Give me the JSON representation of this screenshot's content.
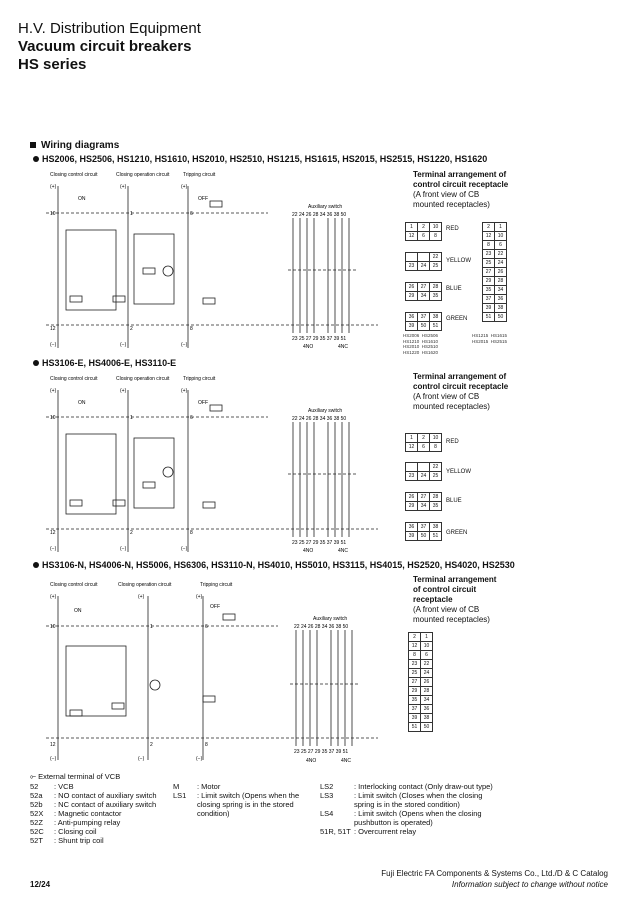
{
  "header": {
    "line1": "H.V. Distribution Equipment",
    "line2": "Vacuum circuit breakers",
    "line3": "HS series"
  },
  "wiring_title": "Wiring diagrams",
  "sections": [
    {
      "title": "HS2006, HS2506, HS1210, HS1610, HS2010, HS2510, HS1215, HS1615, HS2015, HS2515, HS1220, HS1620",
      "closing_control": "Closing control circuit",
      "closing_operation": "Closing operation circuit",
      "tripping": "Tripping circuit",
      "on_label": "ON",
      "off_label": "OFF",
      "aux_label": "Auxiliary switch",
      "nodes_top": [
        "10",
        "1",
        "6"
      ],
      "nodes_bottom": [
        "12",
        "2",
        "8"
      ],
      "plus": "(+)",
      "minus": "(−)",
      "aux_top": "22  24  26 28  34  36  38  50",
      "aux_bottom": "23  25  27 29   35  37  39  51",
      "no_label": "4NO",
      "nc_label": "4NC"
    },
    {
      "title": "HS3106-E, HS4006-E, HS3110-E",
      "closing_control": "Closing control circuit",
      "closing_operation": "Closing operation circuit",
      "tripping": "Tripping circuit",
      "on_label": "ON",
      "off_label": "OFF",
      "aux_label": "Auxiliary switch",
      "nodes_top": [
        "10",
        "1",
        "6"
      ],
      "nodes_bottom": [
        "12",
        "2",
        "8"
      ],
      "plus": "(+)",
      "minus": "(−)",
      "aux_top": "22  24  26 28  34  36  38  50",
      "aux_bottom": "23  25  27 29   35  37  39  51",
      "no_label": "4NO",
      "nc_label": "4NC"
    },
    {
      "title": "HS3106-N, HS4006-N, HS5006, HS6306, HS3110-N, HS4010, HS5010, HS3115, HS4015, HS2520, HS4020, HS2530",
      "closing_control": "Closing control circuit",
      "closing_operation": "Closing operation circuit",
      "tripping": "Tripping circuit",
      "on_label": "ON",
      "off_label": "OFF",
      "aux_label": "Auxiliary switch",
      "nodes_top": [
        "10",
        "1",
        "6"
      ],
      "nodes_bottom": [
        "12",
        "2",
        "8"
      ],
      "plus": "(+)",
      "minus": "(−)",
      "aux_top": "22  24  26  28   34  36  38  50",
      "aux_bottom": "23  25  27  29   35  37  39  51",
      "no_label": "4NO",
      "nc_label": "4NC"
    }
  ],
  "terminal": {
    "title1": "Terminal arrangement of",
    "title2": "control circuit receptacle",
    "desc1": "(A front view of CB",
    "desc2": "mounted receptacles)",
    "title3_a": "Terminal arrangement",
    "title3_b": "of control circuit",
    "title3_c": "receptacle",
    "red": "RED",
    "yellow": "YELLOW",
    "blue": "BLUE",
    "green": "GREEN",
    "models_a": "HS2006  HS2506\nHS1210  HS1610\nHS2010  HS2510\nHS1220  HS1620",
    "models_b": "HS1215  HS1615\nHS2015  HS2515"
  },
  "legend": {
    "external": "External terminal of VCB",
    "col1": [
      {
        "k": "52",
        "v": ": VCB"
      },
      {
        "k": "52a",
        "v": ": NO contact of auxiliary switch"
      },
      {
        "k": "52b",
        "v": ": NC contact of auxiliary switch"
      },
      {
        "k": "52X",
        "v": ": Magnetic contactor"
      },
      {
        "k": "52Z",
        "v": ": Anti-pumping relay"
      },
      {
        "k": "52C",
        "v": ": Closing coil"
      },
      {
        "k": "52T",
        "v": ": Shunt trip coil"
      }
    ],
    "col2": [
      {
        "k": "M",
        "v": ": Motor"
      },
      {
        "k": "LS1",
        "v": ": Limit switch (Opens when the closing spring is in the stored condition)"
      }
    ],
    "col3": [
      {
        "k": "LS2",
        "v": ": Interlocking contact (Only draw-out type)"
      },
      {
        "k": "LS3",
        "v": ": Limit switch (Closes when the closing spring is in the stored condition)"
      },
      {
        "k": "LS4",
        "v": ": Limit switch (Opens when the closing pushbutton is operated)"
      },
      {
        "k": "51R, 51T",
        "v": ": Overcurrent relay"
      }
    ]
  },
  "footer": {
    "company": "Fuji Electric FA Components & Systems Co., Ltd./D & C Catalog",
    "notice": "Information subject to change without notice",
    "page": "12/24"
  }
}
